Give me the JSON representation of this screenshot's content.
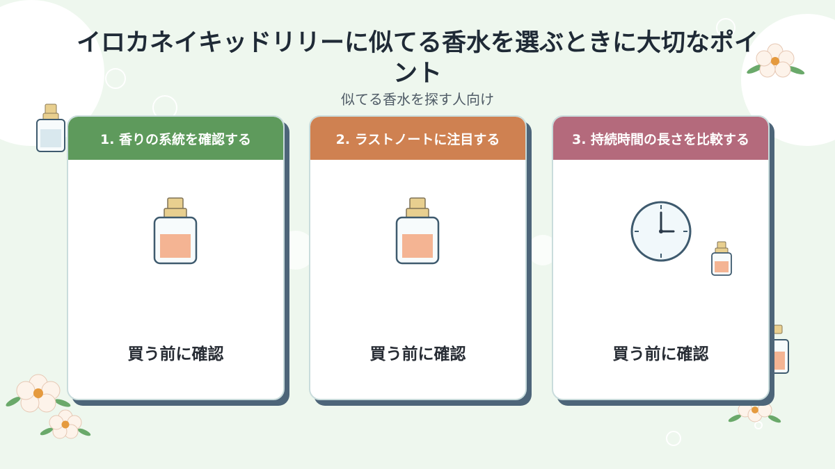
{
  "page": {
    "title": "イロカネイキッドリリーに似てる香水を選ぶときに大切なポイント",
    "subtitle": "似てる香水を探す人向け"
  },
  "colors": {
    "background": "#eef7ee",
    "card_shadow": "#4d6579",
    "bottle_liquid": "#f4b493",
    "bottle_cap": "#e8cf8f"
  },
  "cards": [
    {
      "header": "1. 香りの系統を確認する",
      "header_color": "#5e9a5c",
      "icon": "perfume-bottle-icon",
      "footer": "買う前に確認"
    },
    {
      "header": "2. ラストノートに注目する",
      "header_color": "#cf8151",
      "icon": "perfume-bottle-icon",
      "footer": "買う前に確認"
    },
    {
      "header": "3. 持続時間の長さを比較する",
      "header_color": "#b46a7c",
      "icon": "clock-icon",
      "footer": "買う前に確認"
    }
  ]
}
